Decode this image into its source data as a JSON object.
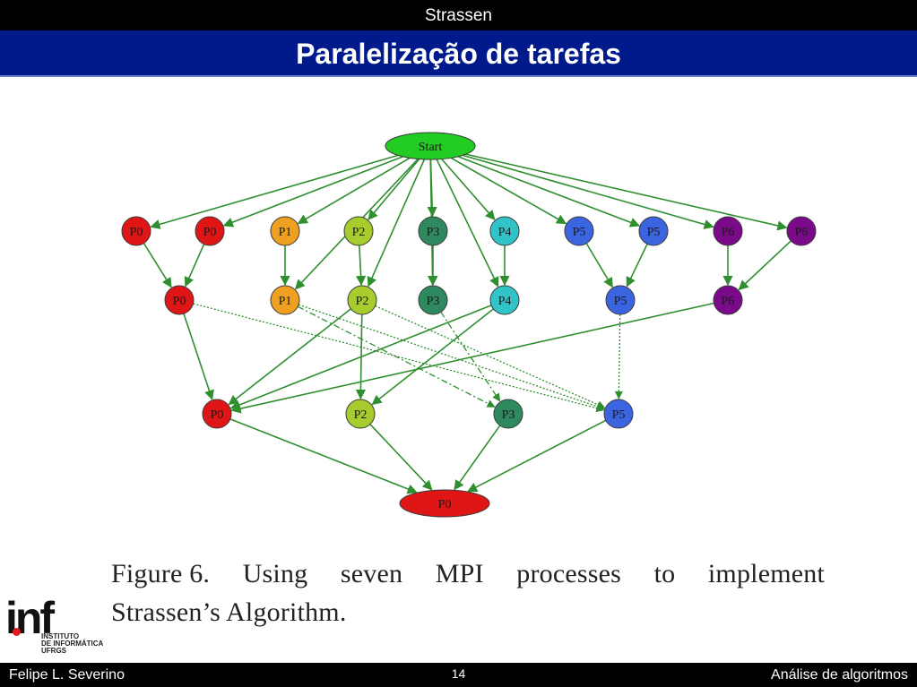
{
  "header": {
    "section": "Strassen",
    "title": "Paralelização de tarefas"
  },
  "footer": {
    "author": "Felipe L. Severino",
    "page": "14",
    "course": "Análise de algoritmos"
  },
  "caption": {
    "line1_words": [
      "Figure 6.",
      "Using",
      "seven",
      "MPI",
      "processes",
      "to",
      "implement"
    ],
    "line2": "Strassen’s Algorithm."
  },
  "logo": {
    "mark": "inf",
    "line1": "INSTITUTO",
    "line2": "DE INFORMÁTICA",
    "line3": "UFRGS"
  },
  "diagram": {
    "colors": {
      "green_start": "#22cc22",
      "red": "#e01515",
      "orange": "#f0a020",
      "lime": "#a6cc2e",
      "teal": "#2e8a5e",
      "cyan": "#30c4c8",
      "blue": "#3a64e0",
      "purple": "#7a0a8a",
      "edge": "#2f8f2f"
    },
    "nodes": [
      {
        "id": "start",
        "label": "Start",
        "color": "green_start",
        "shape": "ellipse"
      },
      {
        "id": "a0",
        "label": "P0",
        "color": "red"
      },
      {
        "id": "a1",
        "label": "P0",
        "color": "red"
      },
      {
        "id": "a2",
        "label": "P1",
        "color": "orange"
      },
      {
        "id": "a3",
        "label": "P2",
        "color": "lime"
      },
      {
        "id": "a4",
        "label": "P3",
        "color": "teal"
      },
      {
        "id": "a5",
        "label": "P4",
        "color": "cyan"
      },
      {
        "id": "a6",
        "label": "P5",
        "color": "blue"
      },
      {
        "id": "a7",
        "label": "P5",
        "color": "blue"
      },
      {
        "id": "a8",
        "label": "P6",
        "color": "purple"
      },
      {
        "id": "a9",
        "label": "P6",
        "color": "purple"
      },
      {
        "id": "b0",
        "label": "P0",
        "color": "red"
      },
      {
        "id": "b1",
        "label": "P1",
        "color": "orange"
      },
      {
        "id": "b2",
        "label": "P2",
        "color": "lime"
      },
      {
        "id": "b3",
        "label": "P3",
        "color": "teal"
      },
      {
        "id": "b4",
        "label": "P4",
        "color": "cyan"
      },
      {
        "id": "b5",
        "label": "P5",
        "color": "blue"
      },
      {
        "id": "b6",
        "label": "P6",
        "color": "purple"
      },
      {
        "id": "c0",
        "label": "P0",
        "color": "red"
      },
      {
        "id": "c1",
        "label": "P2",
        "color": "lime"
      },
      {
        "id": "c2",
        "label": "P3",
        "color": "teal"
      },
      {
        "id": "c3",
        "label": "P5",
        "color": "blue"
      },
      {
        "id": "end",
        "label": "P0",
        "color": "red",
        "shape": "ellipse"
      }
    ],
    "edges": [
      {
        "from": "start",
        "to": "a0"
      },
      {
        "from": "start",
        "to": "a1"
      },
      {
        "from": "start",
        "to": "a2"
      },
      {
        "from": "start",
        "to": "a3"
      },
      {
        "from": "start",
        "to": "a4"
      },
      {
        "from": "start",
        "to": "a5"
      },
      {
        "from": "start",
        "to": "a6"
      },
      {
        "from": "start",
        "to": "a7"
      },
      {
        "from": "start",
        "to": "a8"
      },
      {
        "from": "start",
        "to": "a9"
      },
      {
        "from": "start",
        "to": "b1"
      },
      {
        "from": "start",
        "to": "b2"
      },
      {
        "from": "start",
        "to": "b3"
      },
      {
        "from": "start",
        "to": "b4"
      },
      {
        "from": "a0",
        "to": "b0"
      },
      {
        "from": "a1",
        "to": "b0"
      },
      {
        "from": "a2",
        "to": "b1"
      },
      {
        "from": "a3",
        "to": "b2"
      },
      {
        "from": "a4",
        "to": "b3"
      },
      {
        "from": "a5",
        "to": "b4"
      },
      {
        "from": "a6",
        "to": "b5"
      },
      {
        "from": "a7",
        "to": "b5"
      },
      {
        "from": "a8",
        "to": "b6"
      },
      {
        "from": "a9",
        "to": "b6"
      },
      {
        "from": "b0",
        "to": "c0"
      },
      {
        "from": "b2",
        "to": "c0"
      },
      {
        "from": "b4",
        "to": "c0"
      },
      {
        "from": "b6",
        "to": "c0"
      },
      {
        "from": "b2",
        "to": "c1"
      },
      {
        "from": "b4",
        "to": "c1"
      },
      {
        "from": "b5",
        "to": "c3",
        "style": "dotted"
      },
      {
        "from": "b0",
        "to": "c3",
        "style": "dotted"
      },
      {
        "from": "b1",
        "to": "c3",
        "style": "dotted"
      },
      {
        "from": "b2",
        "to": "c3",
        "style": "dotted"
      },
      {
        "from": "b1",
        "to": "c2",
        "style": "dashdot"
      },
      {
        "from": "b3",
        "to": "c2",
        "style": "dashdot"
      },
      {
        "from": "c0",
        "to": "end"
      },
      {
        "from": "c1",
        "to": "end"
      },
      {
        "from": "c2",
        "to": "end"
      },
      {
        "from": "c3",
        "to": "end"
      }
    ]
  }
}
